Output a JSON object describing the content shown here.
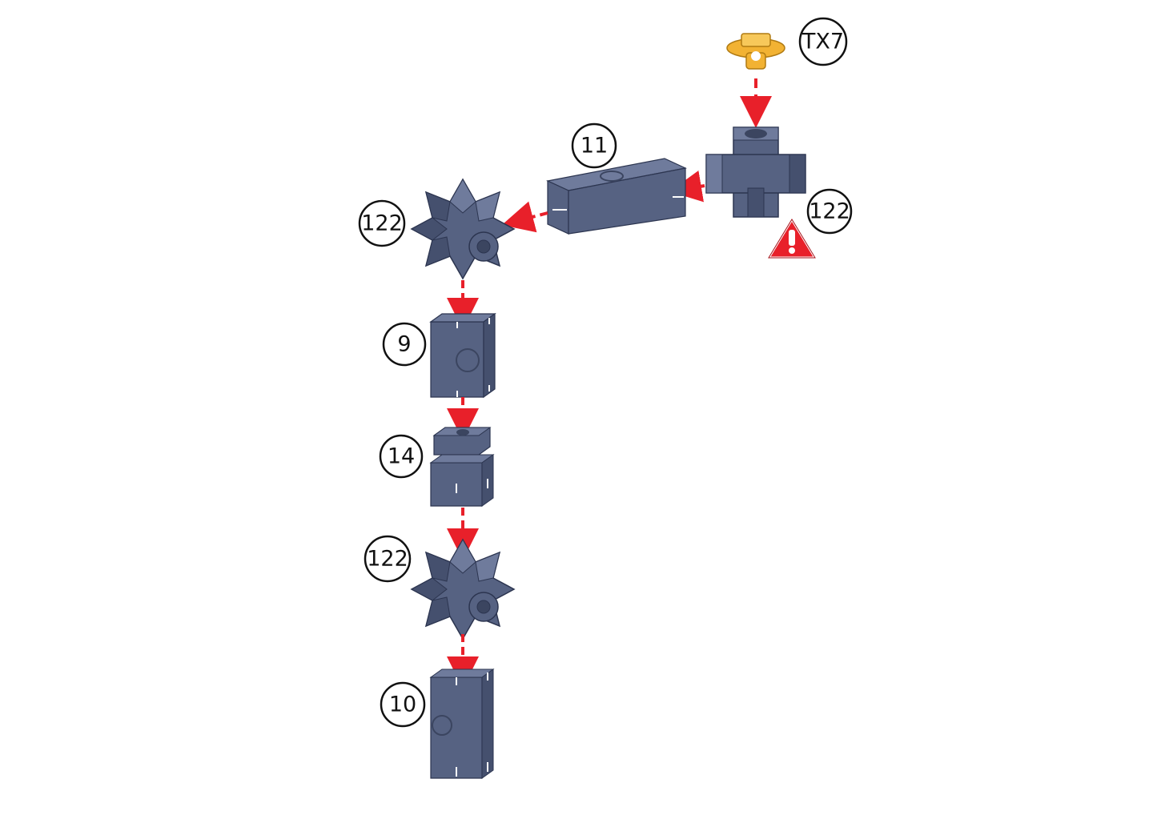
{
  "labels": {
    "tx7": "TX7",
    "connector_top": "122",
    "rod_11": "11",
    "connector_mid": "122",
    "block_9": "9",
    "block_14": "14",
    "connector_low": "122",
    "block_10": "10"
  },
  "colors": {
    "part": "#566282",
    "part_dark": "#45506e",
    "part_light": "#6f7b9c",
    "plug": "#f2b233",
    "arrow": "#e8202a",
    "warning": "#e8202a"
  },
  "icons": {
    "warning": "warning-triangle-icon"
  }
}
